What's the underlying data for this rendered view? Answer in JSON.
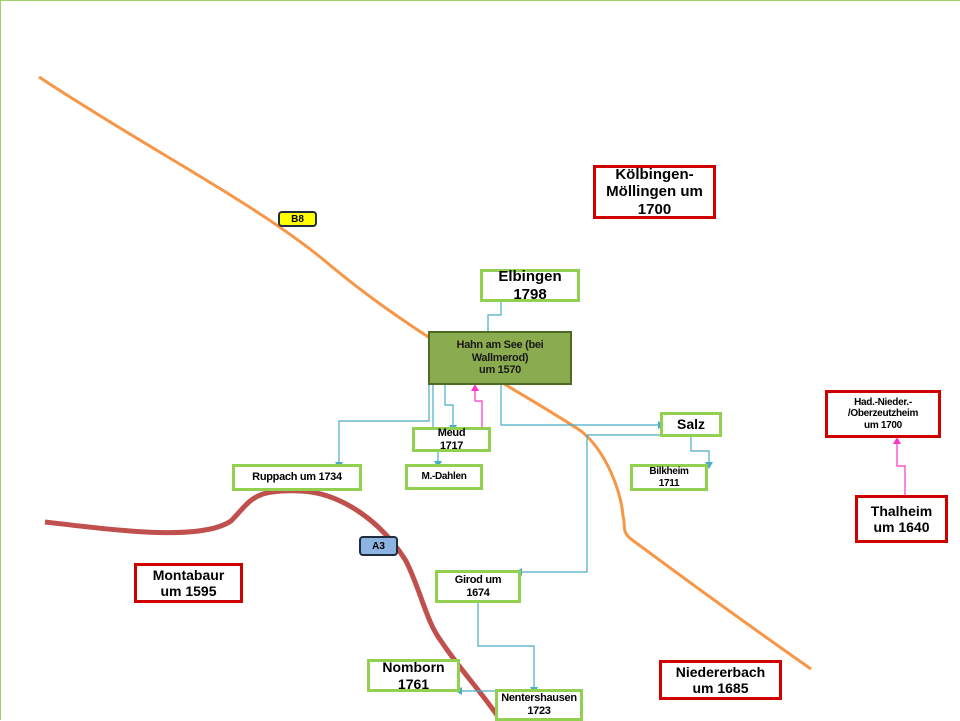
{
  "roads": {
    "b8": {
      "label": "B8",
      "color": "#f79646",
      "badge_color": "#ffff00"
    },
    "a3": {
      "label": "A3",
      "color": "#c0504d",
      "badge_color": "#8db3e2"
    }
  },
  "places": {
    "hahn": "Hahn am See (bei\nWallmerod)\num 1570",
    "elbingen": "Elbingen\n1798",
    "koelbingen": "Kölbingen-\nMöllingen um\n1700",
    "meud": "Meud\n1717",
    "m_dahlen": "M.-Dahlen",
    "ruppach": "Ruppach um 1734",
    "salz": "Salz",
    "bilkheim": "Bilkheim\n1711",
    "had": "Had.-Nieder.-\n/Oberzeutzheim\num 1700",
    "thalheim": "Thalheim\num 1640",
    "montabaur": "Montabaur\num 1595",
    "girod": "Girod um\n1674",
    "nomborn": "Nomborn\n1761",
    "nentershausen": "Nentershausen\n1723",
    "niedererbach": "Niedererbach\num 1685"
  },
  "colors": {
    "green_border": "#92d050",
    "red_border": "#d00000",
    "hub_fill": "#8aab4e",
    "connector_blue": "#4bacc6",
    "connector_pink": "#ff33cc"
  }
}
